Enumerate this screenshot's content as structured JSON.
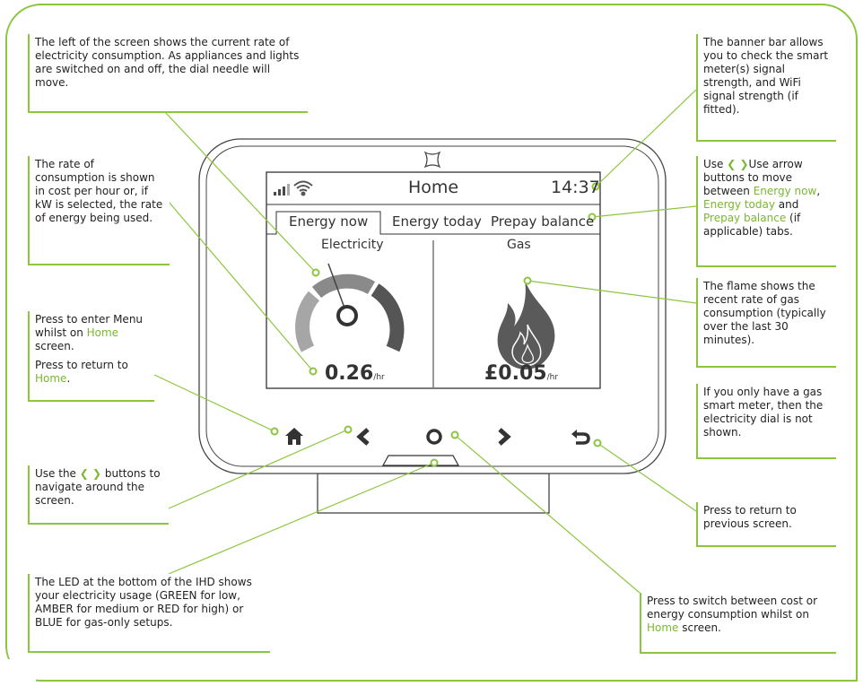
{
  "colors": {
    "accent": "#8cc63f",
    "dark": "#4a4a4a",
    "grey": "#9b9b9b"
  },
  "screen": {
    "title": "Home",
    "time": "14:37",
    "tabs": [
      "Energy now",
      "Energy today",
      "Prepay balance"
    ],
    "electricity_label": "Electricity",
    "gas_label": "Gas",
    "electricity_value": "0.26",
    "electricity_unit": "/hr",
    "gas_value": "£0.05",
    "gas_unit": "/hr"
  },
  "icons": [
    "signal-icon",
    "wifi-icon",
    "home-icon",
    "left-arrow-icon",
    "circle-button-icon",
    "right-arrow-icon",
    "back-icon",
    "flame-icon",
    "dial-icon"
  ],
  "callouts": {
    "dial": "The left of the screen shows the current rate of electricity consumption. As appliances and lights are switched on and off, the dial needle will move.",
    "rate": "The rate of consumption is shown in cost per hour or, if kW is selected, the rate of energy being used.",
    "menu_1a": "Press to enter Menu whilst on ",
    "menu_1b": "Home",
    "menu_1c": " screen.",
    "menu_2a": "Press to return to ",
    "menu_2b": "Home",
    "menu_2c": ".",
    "nav_a": "Use the ",
    "nav_arrows": "❮ ❯",
    "nav_b": " buttons to navigate around the screen.",
    "led": "The LED at the bottom of the IHD shows your electricity usage (GREEN for low, AMBER for medium or RED for high) or BLUE for gas-only setups.",
    "banner": "The banner bar allows you to check the smart meter(s) signal strength, and WiFi signal strength (if fitted).",
    "tabs_a": "Use ",
    "tabs_arrows": "❮ ❯",
    "tabs_b": "Use arrow buttons to move between ",
    "tabs_t1": "Energy now",
    "tabs_c": ", ",
    "tabs_t2": "Energy today",
    "tabs_d": " and ",
    "tabs_t3": "Prepay balance",
    "tabs_e": " (if applicable) tabs.",
    "flame": "The flame shows the recent rate of gas consumption (typically over the last 30 minutes).",
    "gas_only": "If you only have a gas smart meter, then the electricity dial is not shown.",
    "back": "Press to return to previous screen.",
    "switch_a": "Press to switch between cost or energy consumption whilst on ",
    "switch_b": "Home",
    "switch_c": " screen."
  }
}
